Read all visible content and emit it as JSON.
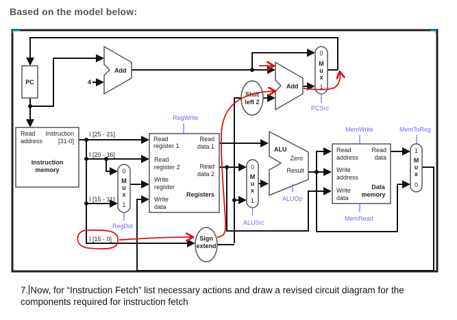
{
  "heading": "Based on the model below:",
  "diagram": {
    "pc": "PC",
    "add": "Add",
    "four": "4",
    "shift_left": [
      "Shift",
      "left 2"
    ],
    "mux": [
      "M",
      "u",
      "x"
    ],
    "mux_in0": "0",
    "mux_in1": "1",
    "pcsrc": "PCSrc",
    "imem": {
      "read": "Read",
      "address": "address",
      "instruction": "Instruction",
      "bits": "[31-0]",
      "title1": "Instruction",
      "title2": "memory"
    },
    "fields": {
      "rs": "I [25 - 21]",
      "rt": "I [20 - 16]",
      "rd": "I [15 - 11]",
      "imm": "I [15 - 0]"
    },
    "regdst": "RegDst",
    "regwrite": "RegWrite",
    "registers": {
      "rr1a": "Read",
      "rr1b": "register 1",
      "rr2a": "Read",
      "rr2b": "register 2",
      "wra": "Write",
      "wrb": "register",
      "wda": "Write",
      "wdb": "data",
      "rd1a": "Read",
      "rd1b": "data 1",
      "rd2a": "Read",
      "rd2b": "data 2",
      "title": "Registers"
    },
    "sign_extend": [
      "Sign",
      "extend"
    ],
    "alusrc": "ALUSrc",
    "alu": {
      "title": "ALU",
      "zero": "Zero",
      "result": "Result"
    },
    "aluop": "ALUOp",
    "dmem": {
      "ra1": "Read",
      "ra2": "address",
      "wa1": "Write",
      "wa2": "address",
      "wd1": "Write",
      "wd2": "data",
      "rd1": "Read",
      "rd2": "data",
      "title1": "Data",
      "title2": "memory"
    },
    "memwrite": "MemWrite",
    "memread": "MemRead",
    "memtoreg": "MemToReg",
    "annotation_color": "#e01010",
    "control_color": "#6a6aff"
  },
  "question": {
    "number": "7.",
    "text": "Now, for “Instruction Fetch” list necessary actions and draw a revised circuit diagram for the components required for instruction fetch"
  }
}
